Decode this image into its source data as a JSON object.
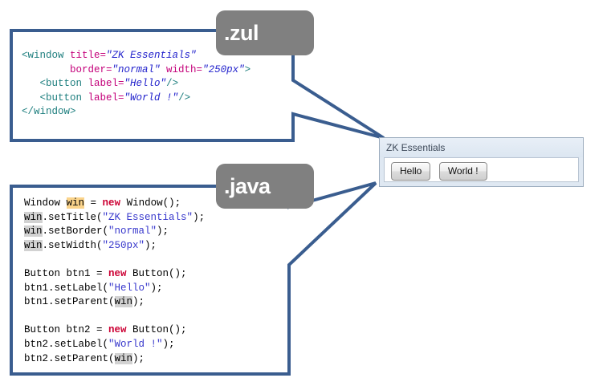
{
  "zul": {
    "tab_label": ".zul",
    "lines": [
      [
        {
          "t": "tag",
          "s": "<window "
        },
        {
          "t": "attr",
          "s": "title="
        },
        {
          "t": "val",
          "s": "\"ZK Essentials\""
        }
      ],
      [
        {
          "t": "plain",
          "s": "        "
        },
        {
          "t": "attr",
          "s": "border="
        },
        {
          "t": "val",
          "s": "\"normal\""
        },
        {
          "t": "attr",
          "s": " width="
        },
        {
          "t": "val",
          "s": "\"250px\""
        },
        {
          "t": "tag",
          "s": ">"
        }
      ],
      [
        {
          "t": "plain",
          "s": "   "
        },
        {
          "t": "tag",
          "s": "<button "
        },
        {
          "t": "attr",
          "s": "label="
        },
        {
          "t": "val",
          "s": "\"Hello\""
        },
        {
          "t": "tag",
          "s": "/>"
        }
      ],
      [
        {
          "t": "plain",
          "s": "   "
        },
        {
          "t": "tag",
          "s": "<button "
        },
        {
          "t": "attr",
          "s": "label="
        },
        {
          "t": "val",
          "s": "\"World !\""
        },
        {
          "t": "tag",
          "s": "/>"
        }
      ],
      [
        {
          "t": "tag",
          "s": "</window>"
        }
      ]
    ]
  },
  "java": {
    "tab_label": ".java",
    "lines": [
      [
        {
          "t": "plain",
          "s": "Window "
        },
        {
          "t": "hl-orange",
          "s": "win"
        },
        {
          "t": "plain",
          "s": " = "
        },
        {
          "t": "kw",
          "s": "new"
        },
        {
          "t": "plain",
          "s": " Window();"
        }
      ],
      [
        {
          "t": "hl-gray",
          "s": "win"
        },
        {
          "t": "plain",
          "s": ".setTitle("
        },
        {
          "t": "str",
          "s": "\"ZK Essentials\""
        },
        {
          "t": "plain",
          "s": ");"
        }
      ],
      [
        {
          "t": "hl-gray",
          "s": "win"
        },
        {
          "t": "plain",
          "s": ".setBorder("
        },
        {
          "t": "str",
          "s": "\"normal\""
        },
        {
          "t": "plain",
          "s": ");"
        }
      ],
      [
        {
          "t": "hl-gray",
          "s": "win"
        },
        {
          "t": "plain",
          "s": ".setWidth("
        },
        {
          "t": "str",
          "s": "\"250px\""
        },
        {
          "t": "plain",
          "s": ");"
        }
      ],
      [],
      [
        {
          "t": "plain",
          "s": "Button btn1 = "
        },
        {
          "t": "kw",
          "s": "new"
        },
        {
          "t": "plain",
          "s": " Button();"
        }
      ],
      [
        {
          "t": "plain",
          "s": "btn1.setLabel("
        },
        {
          "t": "str",
          "s": "\"Hello\""
        },
        {
          "t": "plain",
          "s": ");"
        }
      ],
      [
        {
          "t": "plain",
          "s": "btn1.setParent("
        },
        {
          "t": "hl-gray",
          "s": "win"
        },
        {
          "t": "plain",
          "s": ");"
        }
      ],
      [],
      [
        {
          "t": "plain",
          "s": "Button btn2 = "
        },
        {
          "t": "kw",
          "s": "new"
        },
        {
          "t": "plain",
          "s": " Button();"
        }
      ],
      [
        {
          "t": "plain",
          "s": "btn2.setLabel("
        },
        {
          "t": "str",
          "s": "\"World !\""
        },
        {
          "t": "plain",
          "s": ");"
        }
      ],
      [
        {
          "t": "plain",
          "s": "btn2.setParent("
        },
        {
          "t": "hl-gray",
          "s": "win"
        },
        {
          "t": "plain",
          "s": ");"
        }
      ]
    ]
  },
  "widget": {
    "title": "ZK Essentials",
    "buttons": [
      {
        "label": "Hello"
      },
      {
        "label": "World !"
      }
    ]
  },
  "colors": {
    "callout_border": "#3a5d8f",
    "tab_background": "#808080",
    "tab_text": "#ffffff",
    "xml_tag": "#1d7e7e",
    "xml_attribute": "#c4007a",
    "xml_value": "#2222cc",
    "java_keyword": "#cc0033",
    "java_string": "#3737cc",
    "highlight_current": "#fbd48b",
    "highlight_occurrence": "#d2d2d2",
    "widget_header": "#dce6f1",
    "widget_border": "#9babbd"
  }
}
